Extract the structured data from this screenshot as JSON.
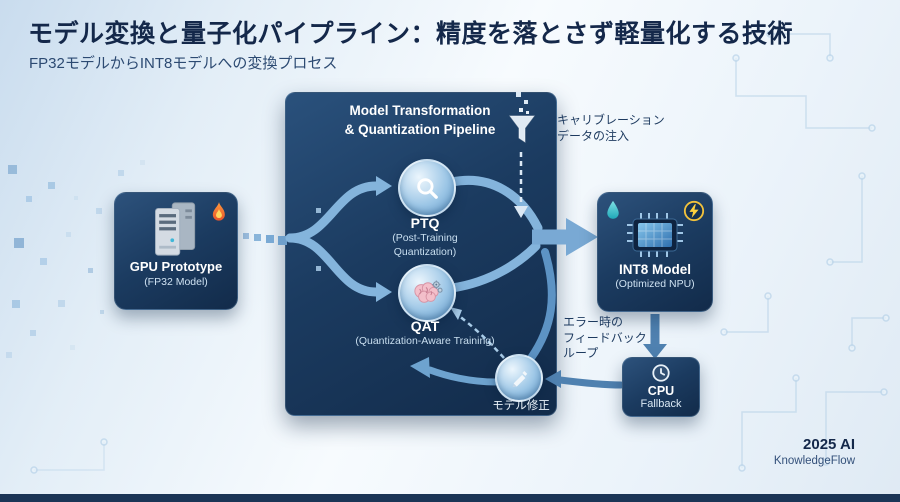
{
  "header": {
    "title": "モデル変換と量子化パイプライン：精度を落とさず軽量化する技術",
    "subtitle": "FP32モデルからINT8モデルへの変換プロセス"
  },
  "gpu": {
    "label": "GPU Prototype",
    "sublabel": "(FP32 Model)"
  },
  "pipeline": {
    "title1": "Model Transformation",
    "title2": "& Quantization Pipeline",
    "ptq": {
      "label": "PTQ",
      "sub1": "(Post-Training",
      "sub2": "Quantization)"
    },
    "qat": {
      "label": "QAT",
      "sub": "(Quantization-Aware Training)"
    },
    "fix_label": "モデル修正"
  },
  "calibration": {
    "line1": "キャリブレーション",
    "line2": "データの注入"
  },
  "int8": {
    "label": "INT8 Model",
    "sublabel": "(Optimized NPU)"
  },
  "feedback": {
    "line1": "エラー時の",
    "line2": "フィードバック",
    "line3": "ループ"
  },
  "cpu": {
    "label": "CPU",
    "sublabel": "Fallback"
  },
  "credit": {
    "line1": "2025 AI",
    "line2": "KnowledgeFlow"
  },
  "icons": {
    "gpu": "server-icon",
    "gpu_badge": "flame-icon",
    "ptq": "magnifier-icon",
    "qat": "brain-gear-icon",
    "calibration": "funnel-icon",
    "int8": "chip-icon",
    "int8_badge_left": "water-drop-icon",
    "int8_badge_right": "lightning-icon",
    "cpu": "clock-icon",
    "model_fix": "pen-icon"
  },
  "colors": {
    "navy_dark": "#16304f",
    "panel_navy": "#1b3b60",
    "arrow_blue": "#84b4dc",
    "arrow_steel": "#4f81b0",
    "flame_orange": "#ff8a3c",
    "teal_drop": "#2bb8c4",
    "bolt_yellow": "#ffd23e",
    "text_navy": "#14284a",
    "circuit_line": "#b7d2e8"
  }
}
